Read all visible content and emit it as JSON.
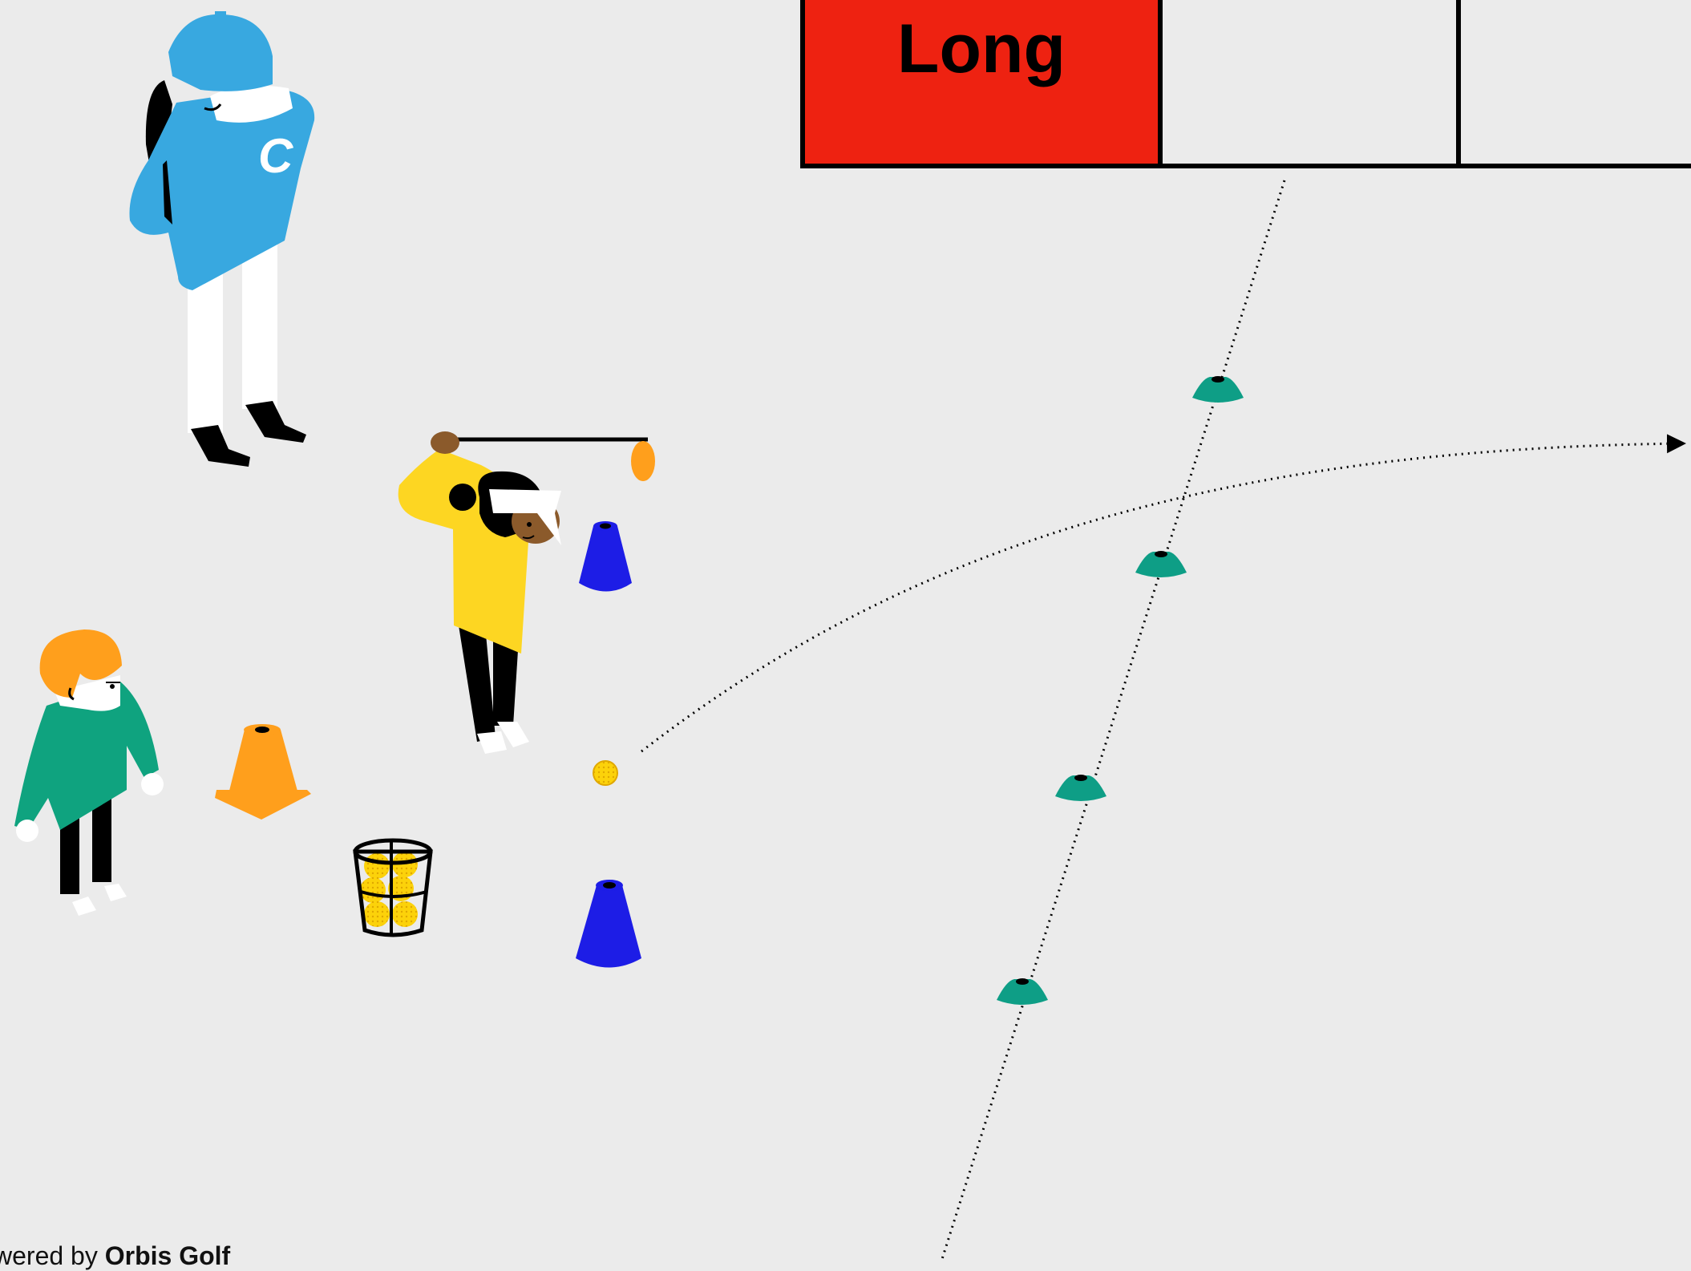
{
  "zones": [
    {
      "label": "Long",
      "color": "#ee2211"
    },
    {
      "label": "",
      "color": "#ebebeb"
    },
    {
      "label": "",
      "color": "#ebebeb"
    }
  ],
  "footer": {
    "prefix": "wered by ",
    "brand": "Orbis Golf"
  },
  "colors": {
    "background": "#ebebeb",
    "coach": "#38a8e0",
    "golfer": "#fdd622",
    "child": "#0fa37f",
    "cone_orange": "#ff9f1c",
    "cone_blue": "#1d1de6",
    "disc_marker": "#0e9e86",
    "ball": "#fcd20a"
  },
  "icons": {
    "coach": "coach-figure-icon",
    "golfer": "golfer-figure-icon",
    "child": "child-figure-icon",
    "ball_basket": "ball-basket-icon",
    "traffic_cone": "traffic-cone-icon",
    "tall_cone": "tall-cone-icon",
    "disc_marker": "disc-marker-icon",
    "golf_ball": "golf-ball-icon"
  }
}
